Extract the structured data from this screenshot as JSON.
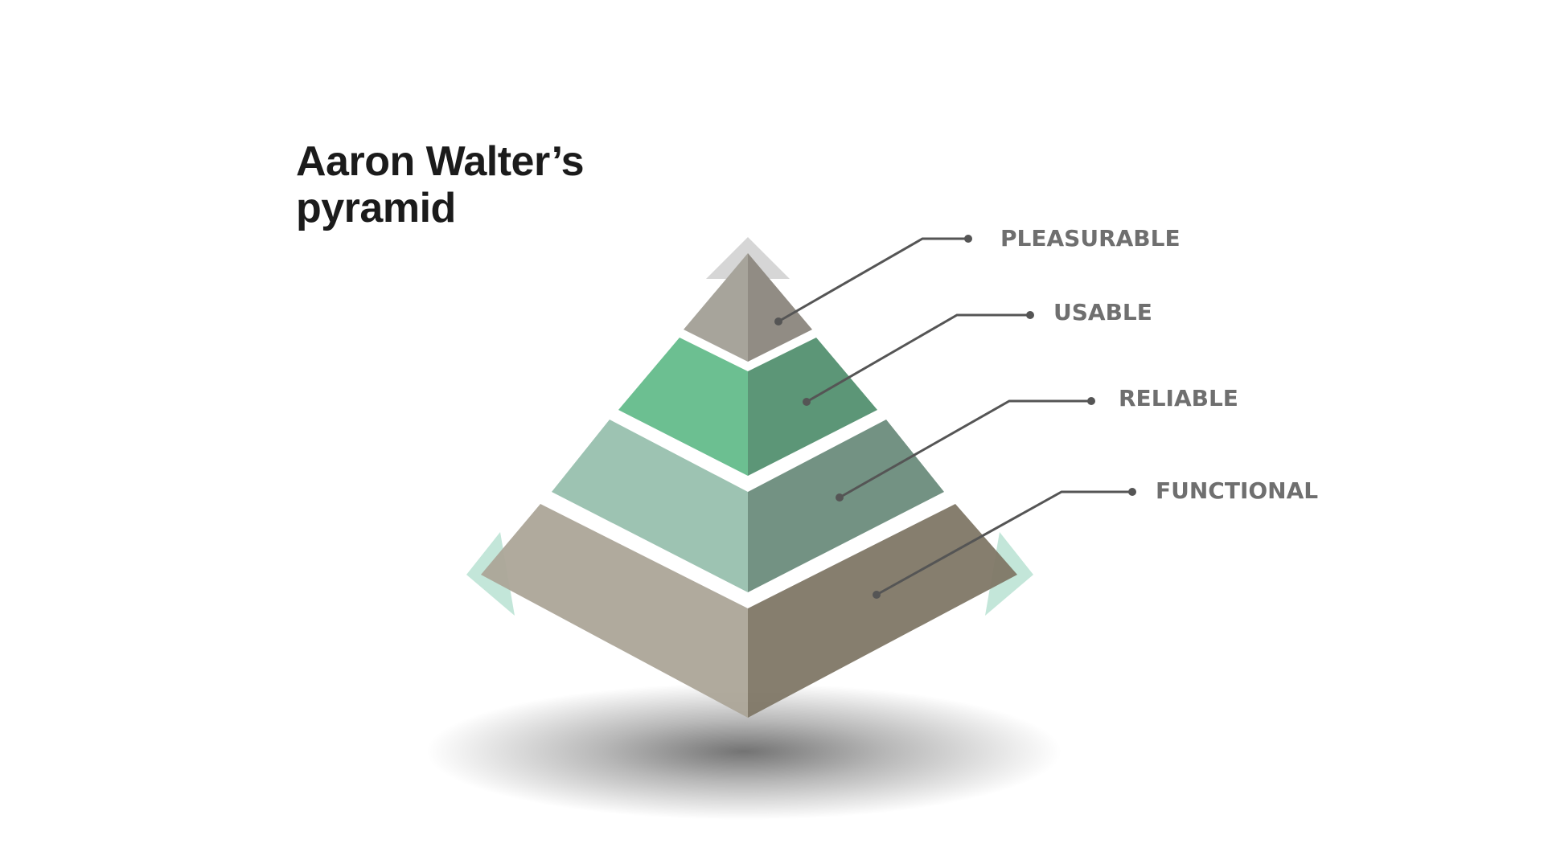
{
  "title": {
    "line1": "Aaron Walter’s",
    "line2": "pyramid"
  },
  "tiers": [
    {
      "label": "PLEASURABLE"
    },
    {
      "label": "USABLE"
    },
    {
      "label": "RELIABLE"
    },
    {
      "label": "FUNCTIONAL"
    }
  ],
  "colors": {
    "title_text": "#1b1b1b",
    "label_text": "#6f6f6f",
    "leader_line": "#555555",
    "pleasurable_left": "#a7a49b",
    "pleasurable_right": "#918c84",
    "usable_left": "#6cbf91",
    "usable_right": "#5c9677",
    "reliable_left": "#9dc3b2",
    "reliable_right": "#739283",
    "functional_left": "#aca598",
    "functional_right": "#807766",
    "accent_triangles": "#b9e2d2",
    "top_arrow": "#cfcfcf"
  }
}
